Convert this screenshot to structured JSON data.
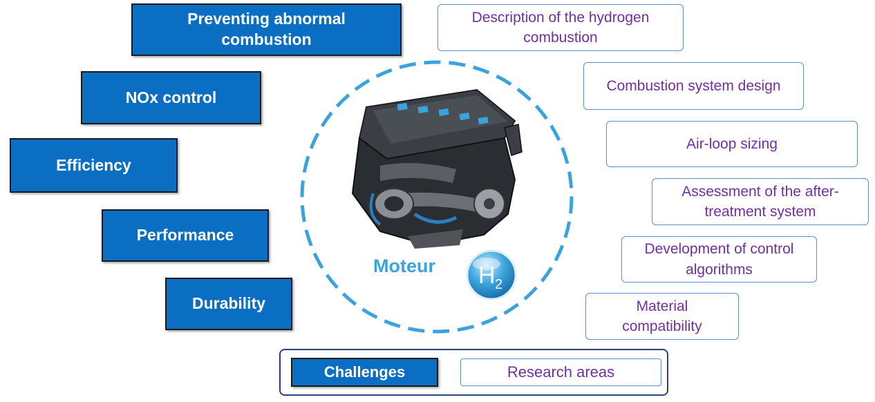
{
  "center": {
    "label": "Moteur",
    "badge_letter": "H",
    "badge_subscript": "2"
  },
  "challenges": [
    "Preventing abnormal combustion",
    "NOx control",
    "Efficiency",
    "Performance",
    "Durability"
  ],
  "research_areas": [
    "Description of the hydrogen combustion",
    "Combustion system design",
    "Air-loop sizing",
    "Assessment of the after-treatment system",
    "Development of control algorithms",
    "Material compatibility"
  ],
  "legend": {
    "challenges_label": "Challenges",
    "research_label": "Research areas"
  },
  "colors": {
    "challenge_fill": "#0a6fc2",
    "research_text": "#7030a0",
    "dashed_circle": "#3aa3dd",
    "legend_border": "#2f3f7a"
  }
}
